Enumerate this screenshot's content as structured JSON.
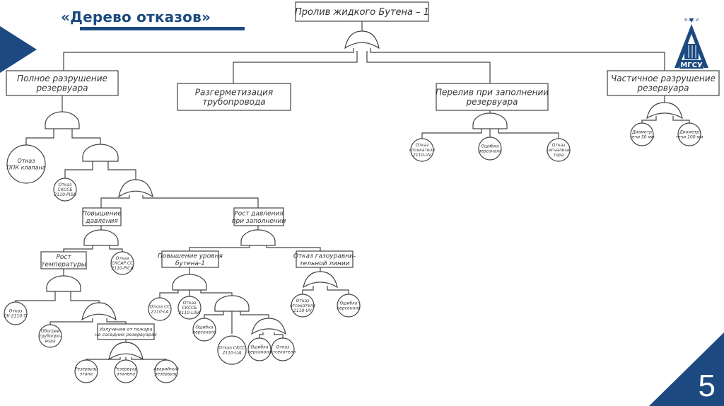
{
  "slide": {
    "title": "«Дерево отказов»",
    "page_number": "5",
    "logo": {
      "top_letters": "М А С И",
      "text": "МГСУ"
    },
    "colors": {
      "brand": "#1c4a80",
      "line": "#444444",
      "text": "#333333"
    }
  },
  "tree": {
    "top_event": "Пролив жидкого Бутена – 1",
    "events": {
      "full_destruction": [
        "Полное разрушение",
        "резервуара"
      ],
      "depressurization": [
        "Разгерметизация",
        "трубопровода"
      ],
      "overflow": [
        "Перелив при заполнении",
        "резервуара"
      ],
      "partial_destruction": [
        "Частичное разрушение",
        "резервуара"
      ],
      "pressure_rise": [
        "Повышение",
        "давления"
      ],
      "pressure_rise_filling": [
        "Рост давления",
        "при заполнении"
      ],
      "temperature_rise": [
        "Рост",
        "температуры"
      ],
      "level_rise": [
        "Повышение уровня",
        "бутена-1"
      ],
      "gas_line_failure": [
        "Отказ газоуравни-",
        "тельной линии"
      ],
      "fire_radiation": [
        "Излучение от пожара",
        "на соседних резервуарах"
      ]
    },
    "basic": {
      "ppk_valve": [
        "Отказ",
        "ППК клапана"
      ],
      "pisa": [
        "Отказ",
        "СКССБ",
        "2110-PISA"
      ],
      "pica": [
        "Отказ",
        "СКСАР.СС",
        "2110-PICA"
      ],
      "ti": [
        "Отказ",
        "СК-2110-TI"
      ],
      "pipe_heating": [
        "Обогрев",
        "трубопро-",
        "вода"
      ],
      "tank_ethane": [
        "Резервуар",
        "этана"
      ],
      "tank_ethylene": [
        "Резервуар",
        "этилена"
      ],
      "emergency_tank": [
        "Аварийный",
        "резервуар"
      ],
      "la": [
        "Отказ СС",
        "2110-LA"
      ],
      "lisa": [
        "Отказ",
        "СКССБ",
        "2110-LISA"
      ],
      "personnel_1": [
        "Ошибка",
        "персонала"
      ],
      "lia": [
        "Отказ СКСС",
        "2110-LIA"
      ],
      "personnel_2": [
        "Ошибка",
        "персонала"
      ],
      "cutoff_1": [
        "Отказ",
        "отсекателя"
      ],
      "cutoff_uv_1": [
        "Отказ",
        "отсекателя",
        "2110-UV"
      ],
      "personnel_3": [
        "Ошибка",
        "персонала"
      ],
      "cutoff_uv_2": [
        "Отказ",
        "отсекателя",
        "2110-UV"
      ],
      "personnel_4": [
        "Ошибка",
        "персонала"
      ],
      "signal": [
        "Отказ",
        "сигнализа-",
        "тора"
      ],
      "d50": [
        "Диаметр",
        "течи 50 мм"
      ],
      "d100": [
        "Диаметр",
        "течи 100 мм"
      ]
    }
  }
}
